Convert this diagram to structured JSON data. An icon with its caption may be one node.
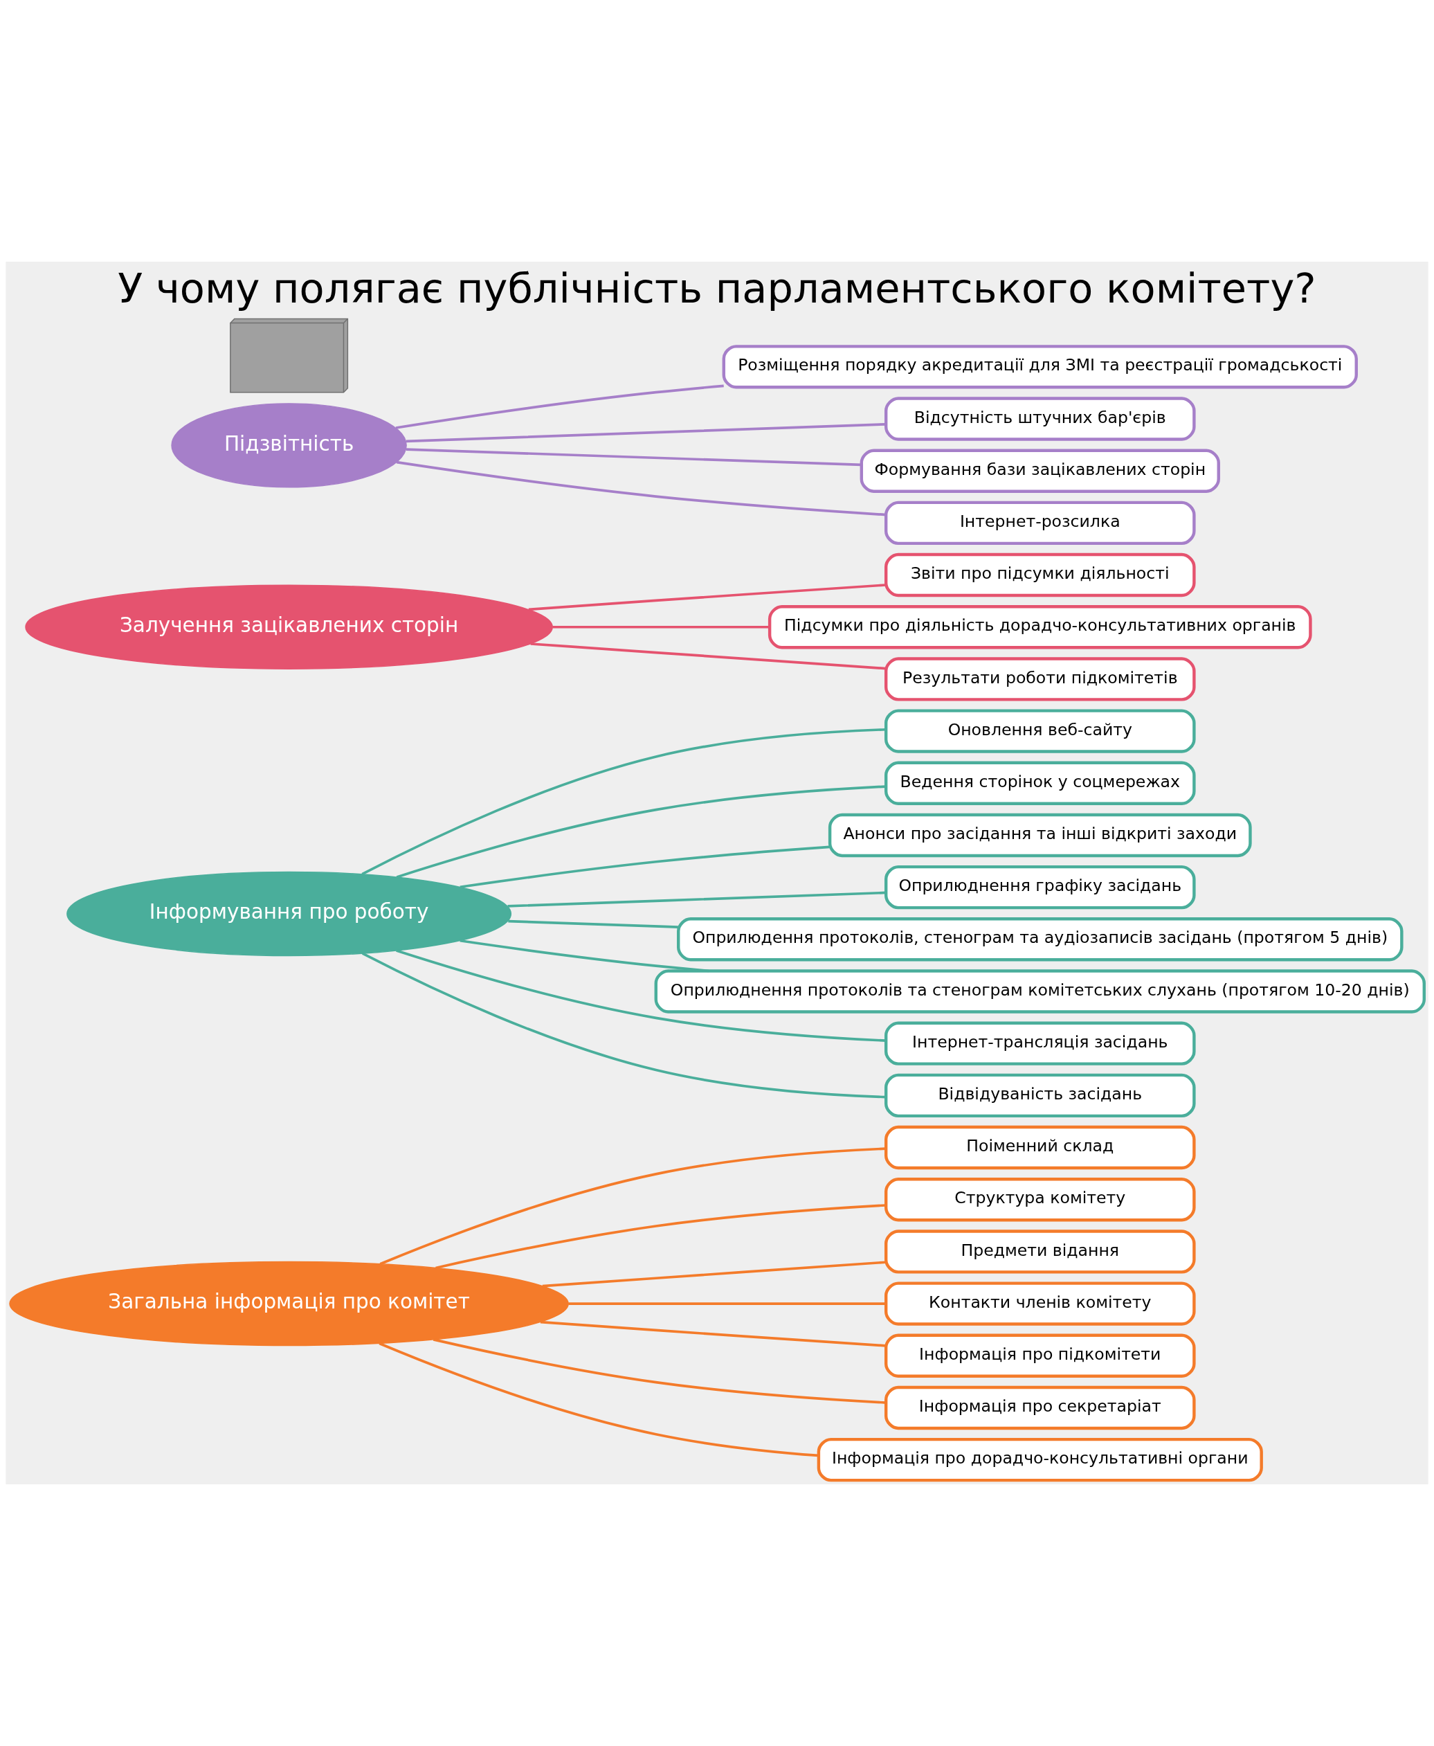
{
  "diagram": {
    "title": "У чому полягає публічність парламентського комітету?",
    "nodes": [
      {
        "text": [
          "Загальна інформація про комітет"
        ]
      },
      {
        "text": [
          "Поіменний склад"
        ]
      },
      {
        "text": [
          "Структура комітету"
        ]
      },
      {
        "text": [
          "Предмети відання"
        ]
      },
      {
        "text": [
          "Контакти членів комітету"
        ]
      },
      {
        "text": [
          "Інформація про підкомітети"
        ]
      },
      {
        "text": [
          "Інформація про секретаріат"
        ]
      },
      {
        "text": [
          "Інформація про дорадчо-консультативні органи"
        ]
      },
      {
        "text": [
          "Інформування про роботу"
        ]
      },
      {
        "text": [
          "Оновлення веб-сайту"
        ]
      },
      {
        "text": [
          "Ведення сторінок у соцмережах"
        ]
      },
      {
        "text": [
          "Анонси про засідання та інші відкриті заходи"
        ]
      },
      {
        "text": [
          "Оприлюднення графіку засідань"
        ]
      },
      {
        "text": [
          "Оприлюдення протоколів, стенограм та аудіозаписів засідань (протягом 5 днів)"
        ]
      },
      {
        "text": [
          "Оприлюднення протоколів та стенограм комітетських слухань (протягом 10-20 днів)"
        ]
      },
      {
        "text": [
          "Інтернет-трансляція засідань"
        ]
      },
      {
        "text": [
          "Відвідуваність засідань"
        ]
      },
      {
        "text": [
          "Залучення зацікавлених сторін"
        ]
      },
      {
        "text": [
          "Звіти про підсумки діяльності"
        ]
      },
      {
        "text": [
          "Підсумки про діяльність дорадчо-консультативних органів"
        ]
      },
      {
        "text": [
          "Результати роботи підкомітетів"
        ]
      },
      {
        "text": [
          "Підзвітність"
        ]
      },
      {
        "text": [
          "Розміщення порядку акредитації для ЗМІ та реєстрації громадськості"
        ]
      },
      {
        "text": [
          "Відсутність штучних бар'єрів"
        ]
      },
      {
        "text": [
          "Формування бази зацікавлених сторін"
        ]
      },
      {
        "text": [
          "Інтернет-розсилка"
        ]
      },
      {
        "text": [],
        "shape": "picture"
      }
    ],
    "edges": [
      {
        "from": 0,
        "to": 1,
        "arrow": "none",
        "color": "#f47b2a"
      },
      {
        "from": 0,
        "to": 2,
        "arrow": "none",
        "color": "#f47b2a"
      },
      {
        "from": 0,
        "to": 3,
        "arrow": "none",
        "color": "#f47b2a"
      },
      {
        "from": 0,
        "to": 4,
        "arrow": "none",
        "color": "#f47b2a"
      },
      {
        "from": 0,
        "to": 5,
        "arrow": "none",
        "color": "#f47b2a"
      },
      {
        "from": 0,
        "to": 6,
        "arrow": "none",
        "color": "#f47b2a"
      },
      {
        "from": 0,
        "to": 7,
        "arrow": "none",
        "color": "#f47b2a"
      },
      {
        "from": 8,
        "to": 9,
        "arrow": "none",
        "color": "#4aae9b"
      },
      {
        "from": 8,
        "to": 10,
        "arrow": "none",
        "color": "#4aae9b"
      },
      {
        "from": 8,
        "to": 11,
        "arrow": "none",
        "color": "#4aae9b"
      },
      {
        "from": 8,
        "to": 12,
        "arrow": "none",
        "color": "#4aae9b"
      },
      {
        "from": 8,
        "to": 13,
        "arrow": "none",
        "color": "#4aae9b"
      },
      {
        "from": 8,
        "to": 14,
        "arrow": "none",
        "color": "#4aae9b"
      },
      {
        "from": 8,
        "to": 15,
        "arrow": "none",
        "color": "#4aae9b"
      },
      {
        "from": 8,
        "to": 16,
        "arrow": "none",
        "color": "#4aae9b"
      },
      {
        "from": 17,
        "to": 18,
        "arrow": "none",
        "color": "#e5536f"
      },
      {
        "from": 17,
        "to": 19,
        "arrow": "none",
        "color": "#e5536f"
      },
      {
        "from": 17,
        "to": 20,
        "arrow": "none",
        "color": "#e5536f"
      },
      {
        "from": 21,
        "to": 22,
        "arrow": "none",
        "color": "#a67fc9"
      },
      {
        "from": 21,
        "to": 23,
        "arrow": "none",
        "color": "#a67fc9"
      },
      {
        "from": 21,
        "to": 24,
        "arrow": "none",
        "color": "#a67fc9"
      },
      {
        "from": 21,
        "to": 25,
        "arrow": "none",
        "color": "#a67fc9"
      }
    ]
  }
}
